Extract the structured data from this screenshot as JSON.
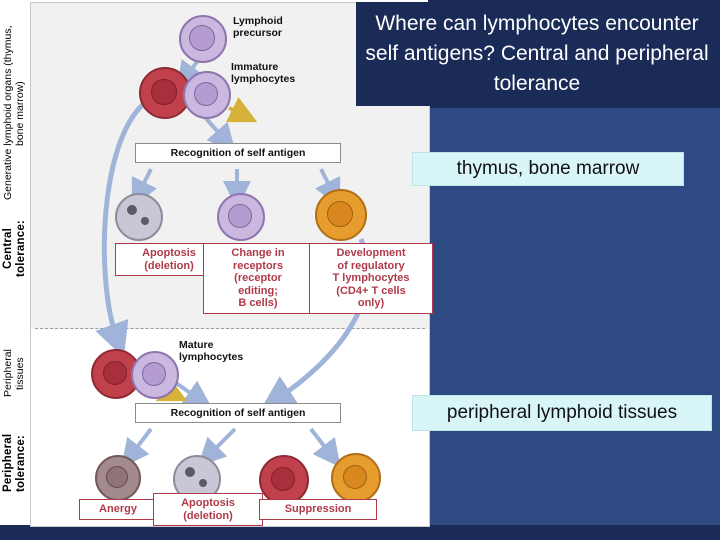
{
  "slide": {
    "title": "Where can lymphocytes encounter self antigens? Central and peripheral tolerance",
    "answers": [
      "thymus, bone marrow",
      "peripheral lymphoid tissues"
    ]
  },
  "figure": {
    "side_labels": [
      {
        "id": "central",
        "title": "Central tolerance:",
        "subtitle": "Generative lymphoid organs (thymus, bone marrow)"
      },
      {
        "id": "peripheral",
        "title": "Peripheral tolerance:",
        "subtitle": "Peripheral tissues"
      }
    ],
    "labels": {
      "lymphoid_precursor": "Lymphoid\nprecursor",
      "immature_lymphocytes": "Immature\nlymphocytes",
      "mature_lymphocytes": "Mature\nlymphocytes",
      "recognition_top": "Recognition of self antigen",
      "recognition_bottom": "Recognition of self antigen"
    },
    "outcomes_top": [
      "Apoptosis\n(deletion)",
      "Change in\nreceptors\n(receptor\nediting;\nB cells)",
      "Development\nof regulatory\nT lymphocytes\n(CD4+ T cells\nonly)"
    ],
    "outcomes_bottom": [
      "Anergy",
      "Apoptosis\n(deletion)",
      "Suppression"
    ]
  },
  "colors": {
    "slide_dark": "#1b2b58",
    "slide_blue": "#2e4a82",
    "answer_bg": "#d8f5f7",
    "red_text": "#b03a4a",
    "arrow_blue": "#9fb4d8"
  }
}
